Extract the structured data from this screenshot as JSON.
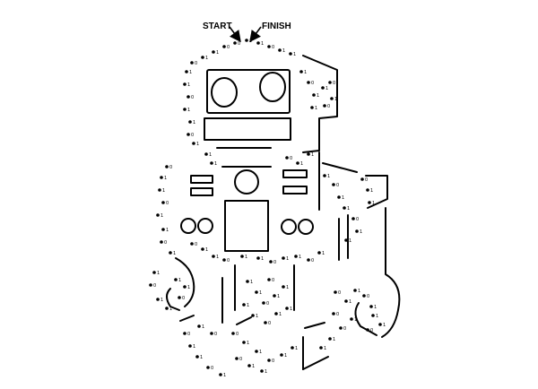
{
  "puzzle": {
    "start_label": "START",
    "finish_label": "FINISH",
    "dot_label_zero": "0",
    "dot_label_one": "1"
  }
}
